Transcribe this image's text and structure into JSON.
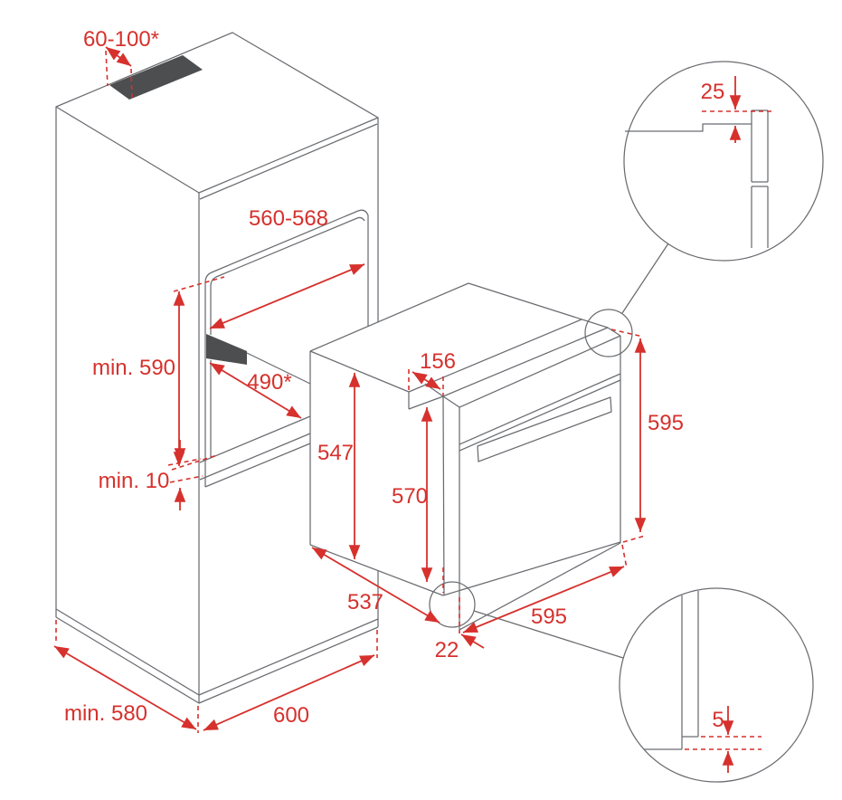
{
  "diagram": {
    "kind": "built-in oven installation drawing",
    "colors": {
      "dimension_red": "#d6312d",
      "line_gray": "#6a6c70",
      "vent_dark": "#4d4e50",
      "background": "#ffffff"
    },
    "dimensions": {
      "vent_top": "60-100*",
      "niche_width": "560-568",
      "niche_height": "min. 590",
      "niche_depth": "490*",
      "clearance_bottom": "min. 10",
      "body_height": "547",
      "front_height": "570",
      "top_recess_depth": "156",
      "front_panel_height": "595",
      "body_depth": "537",
      "front_panel_width": "595",
      "front_overhang": "22",
      "cabinet_depth": "min. 580",
      "cabinet_width": "600",
      "detail_top_gap": "25",
      "detail_bottom_gap": "5"
    }
  }
}
